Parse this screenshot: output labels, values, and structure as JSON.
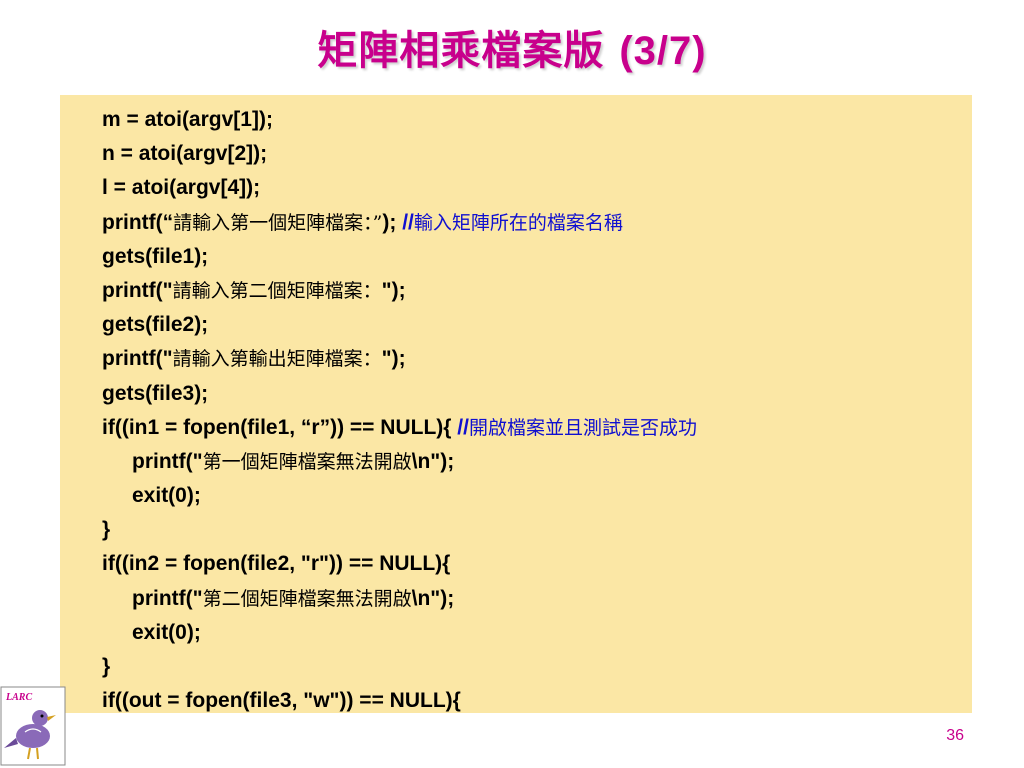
{
  "slide": {
    "title_cjk": "矩陣相乘檔案版 ",
    "title_num": "(3/7)",
    "logo_text": "LARC",
    "page_number": "36"
  },
  "code": [
    {
      "indent": false,
      "parts": [
        {
          "t": "m = atoi(argv[1]);",
          "cjk": false,
          "c": false
        }
      ]
    },
    {
      "indent": false,
      "parts": [
        {
          "t": "n = atoi(argv[2]);",
          "cjk": false,
          "c": false
        }
      ]
    },
    {
      "indent": false,
      "parts": [
        {
          "t": "l = atoi(argv[4]);",
          "cjk": false,
          "c": false
        }
      ]
    },
    {
      "indent": false,
      "parts": [
        {
          "t": "printf(“",
          "cjk": false,
          "c": false
        },
        {
          "t": "請輸入第一個矩陣檔案：”",
          "cjk": true,
          "c": false
        },
        {
          "t": "); ",
          "cjk": false,
          "c": false
        },
        {
          "t": " //",
          "cjk": false,
          "c": true
        },
        {
          "t": "輸入矩陣所在的檔案名稱",
          "cjk": true,
          "c": true
        }
      ]
    },
    {
      "indent": false,
      "parts": [
        {
          "t": "gets(file1);",
          "cjk": false,
          "c": false
        }
      ]
    },
    {
      "indent": false,
      "parts": [
        {
          "t": "printf(\"",
          "cjk": false,
          "c": false
        },
        {
          "t": "請輸入第二個矩陣檔案：",
          "cjk": true,
          "c": false
        },
        {
          "t": "\");",
          "cjk": false,
          "c": false
        }
      ]
    },
    {
      "indent": false,
      "parts": [
        {
          "t": "gets(file2);",
          "cjk": false,
          "c": false
        }
      ]
    },
    {
      "indent": false,
      "parts": [
        {
          "t": "printf(\"",
          "cjk": false,
          "c": false
        },
        {
          "t": "請輸入第輸出矩陣檔案：",
          "cjk": true,
          "c": false
        },
        {
          "t": "\");",
          "cjk": false,
          "c": false
        }
      ]
    },
    {
      "indent": false,
      "parts": [
        {
          "t": "gets(file3);",
          "cjk": false,
          "c": false
        }
      ]
    },
    {
      "indent": false,
      "parts": [
        {
          "t": "if((in1 = fopen(file1, “r”)) == NULL){ ",
          "cjk": false,
          "c": false
        },
        {
          "t": "//",
          "cjk": false,
          "c": true
        },
        {
          "t": "開啟檔案並且測試是否成功",
          "cjk": true,
          "c": true
        }
      ]
    },
    {
      "indent": true,
      "parts": [
        {
          "t": "printf(\"",
          "cjk": false,
          "c": false
        },
        {
          "t": "第一個矩陣檔案無法開啟",
          "cjk": true,
          "c": false
        },
        {
          "t": "\\n\");",
          "cjk": false,
          "c": false
        }
      ]
    },
    {
      "indent": true,
      "parts": [
        {
          "t": "exit(0);",
          "cjk": false,
          "c": false
        }
      ]
    },
    {
      "indent": false,
      "parts": [
        {
          "t": "}",
          "cjk": false,
          "c": false
        }
      ]
    },
    {
      "indent": false,
      "parts": [
        {
          "t": "if((in2 = fopen(file2, \"r\")) == NULL){",
          "cjk": false,
          "c": false
        }
      ]
    },
    {
      "indent": true,
      "parts": [
        {
          "t": "printf(\"",
          "cjk": false,
          "c": false
        },
        {
          "t": "第二個矩陣檔案無法開啟",
          "cjk": true,
          "c": false
        },
        {
          "t": "\\n\");",
          "cjk": false,
          "c": false
        }
      ]
    },
    {
      "indent": true,
      "parts": [
        {
          "t": "exit(0);",
          "cjk": false,
          "c": false
        }
      ]
    },
    {
      "indent": false,
      "parts": [
        {
          "t": "}",
          "cjk": false,
          "c": false
        }
      ]
    },
    {
      "indent": false,
      "parts": [
        {
          "t": "if((out = fopen(file3, \"w\")) == NULL){",
          "cjk": false,
          "c": false
        }
      ]
    }
  ]
}
